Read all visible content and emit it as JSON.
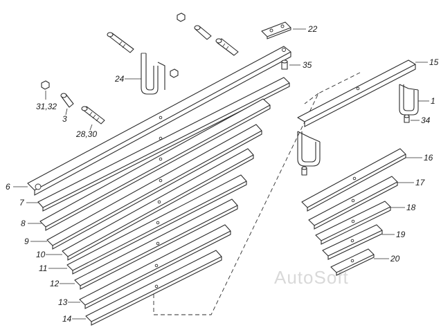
{
  "callouts": {
    "c1": "1",
    "c3": "3",
    "c6": "6",
    "c7": "7",
    "c8": "8",
    "c9": "9",
    "c10": "10",
    "c11": "11",
    "c12": "12",
    "c13": "13",
    "c14": "14",
    "c15": "15",
    "c16": "16",
    "c17": "17",
    "c18": "18",
    "c19": "19",
    "c20": "20",
    "c22": "22",
    "c24": "24",
    "c28_30": "28,30",
    "c31_32": "31,32",
    "c34": "34",
    "c35": "35"
  },
  "watermark": "AutoSoft"
}
